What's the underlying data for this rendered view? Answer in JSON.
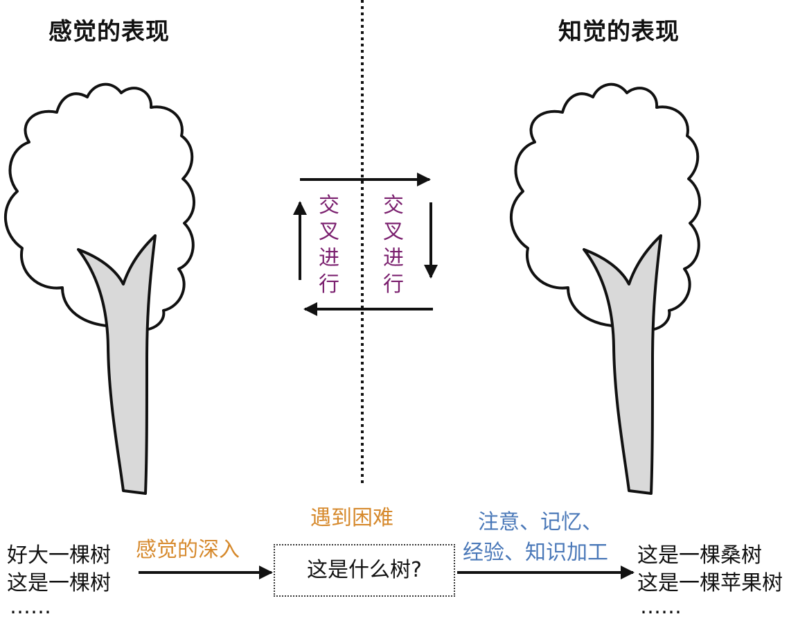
{
  "titles": {
    "left": "感觉的表现",
    "right": "知觉的表现"
  },
  "center": {
    "left_column": [
      "交",
      "叉",
      "进",
      "行"
    ],
    "right_column": [
      "交",
      "叉",
      "进",
      "行"
    ]
  },
  "bottom": {
    "left_lines": [
      "好大一棵树",
      "这是一棵树",
      "……"
    ],
    "arrow1_label": "感觉的深入",
    "difficulty_label": "遇到困难",
    "question_box": "这是什么树?",
    "arrow2_label_line1": "注意、记忆、",
    "arrow2_label_line2": "经验、知识加工",
    "right_lines": [
      "这是一棵桑树",
      "这是一棵苹果树",
      "……"
    ]
  },
  "colors": {
    "line": "#111111",
    "trunk_fill": "#d9d9d9",
    "cross_text": "#7a1f6e",
    "orange_text": "#d6892c",
    "blue_text": "#4a78b8"
  },
  "icons": [
    "tree-icon",
    "arrow-right-icon",
    "arrow-left-icon",
    "arrow-up-icon",
    "arrow-down-icon"
  ]
}
